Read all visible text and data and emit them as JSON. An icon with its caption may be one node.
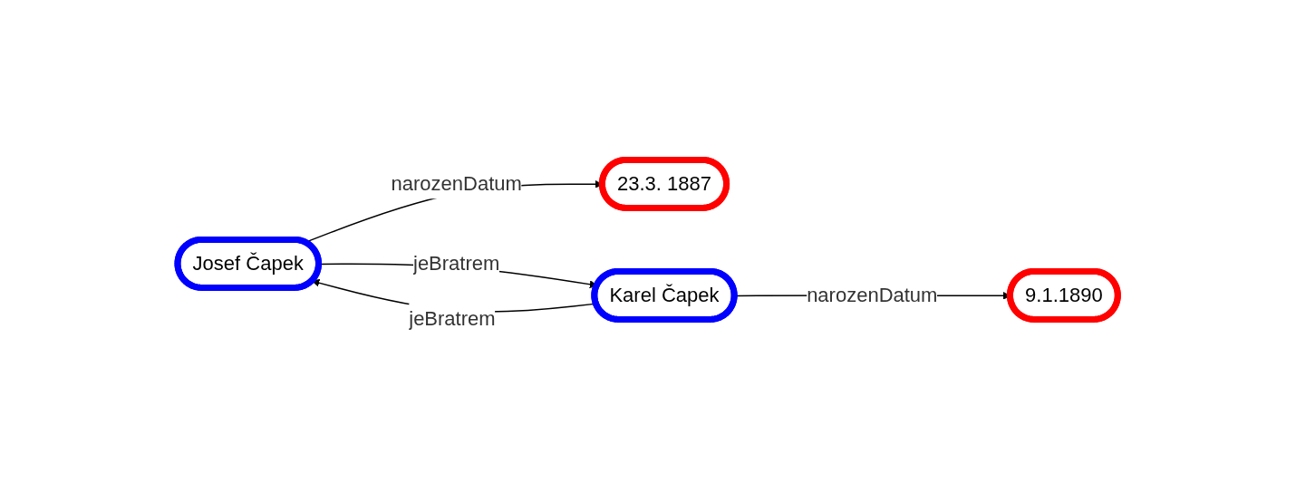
{
  "diagram": {
    "nodes": [
      {
        "text": [
          "Josef Čapek"
        ]
      },
      {
        "text": [
          "23.3. 1887"
        ]
      },
      {
        "text": [
          "Karel Čapek"
        ]
      },
      {
        "text": [
          "9.1.1890"
        ]
      }
    ],
    "edges": [
      {
        "from": 0,
        "to": 1,
        "arrow": "to",
        "label": "narozenDatum"
      },
      {
        "from": 0,
        "to": 2,
        "arrow": "to",
        "label": "jeBratrem"
      },
      {
        "from": 2,
        "to": 0,
        "arrow": "to",
        "label": "jeBratrem"
      },
      {
        "from": 2,
        "to": 3,
        "arrow": "to",
        "label": "narozenDatum"
      }
    ]
  }
}
